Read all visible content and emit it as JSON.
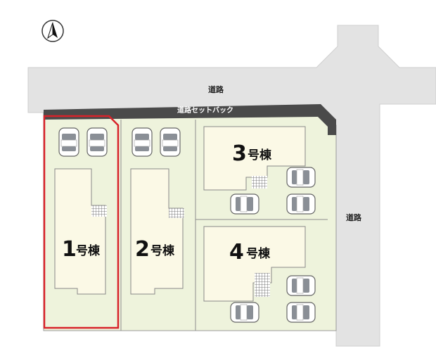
{
  "roads": {
    "top_label": "道路",
    "right_label": "道路"
  },
  "setback_label": "道路セットバック",
  "lots": [
    {
      "id": "1",
      "number": "1",
      "suffix": "号棟",
      "highlighted": true
    },
    {
      "id": "2",
      "number": "2",
      "suffix": "号棟",
      "highlighted": false
    },
    {
      "id": "3",
      "number": "3",
      "suffix": "号棟",
      "highlighted": false
    },
    {
      "id": "4",
      "number": "4",
      "suffix": "号棟",
      "highlighted": false
    }
  ],
  "compass": {
    "icon": "north-arrow-icon"
  },
  "colors": {
    "road": "#e3e3e3",
    "lot_fill": "#eef3dc",
    "building_fill": "#fbf9e6",
    "setback": "#4a4a4a",
    "highlight": "#d8232a"
  }
}
